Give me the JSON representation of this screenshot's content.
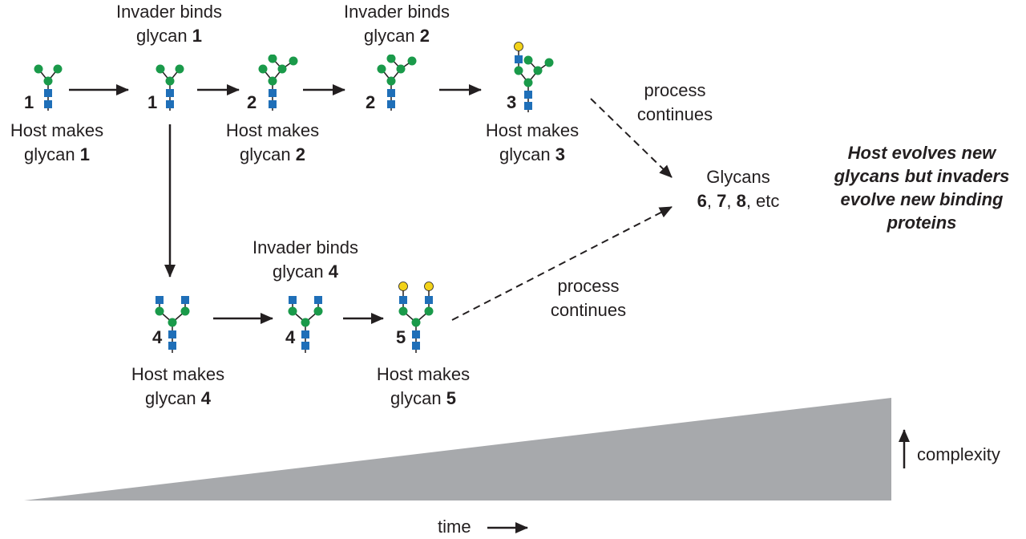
{
  "colors": {
    "glucnac_blue": "#1f6fb8",
    "mannose_green": "#1a9a4a",
    "galactose_yellow": "#f2d21a",
    "ramp_gray": "#a7a9ac",
    "ink": "#231f20"
  },
  "glycan_numbers": [
    "1",
    "1",
    "2",
    "2",
    "3",
    "4",
    "4",
    "5"
  ],
  "labels": {
    "host_1": {
      "line1": "Host makes",
      "prefix": "glycan ",
      "num": "1"
    },
    "invader_1": {
      "line1": "Invader binds",
      "prefix": "glycan ",
      "num": "1"
    },
    "host_2": {
      "line1": "Host makes",
      "prefix": "glycan ",
      "num": "2"
    },
    "invader_2": {
      "line1": "Invader binds",
      "prefix": "glycan ",
      "num": "2"
    },
    "host_3": {
      "line1": "Host makes",
      "prefix": "glycan ",
      "num": "3"
    },
    "process_1": {
      "line1": "process",
      "line2": "continues"
    },
    "glycans_final": {
      "line1": "Glycans",
      "n6": "6",
      "n7": "7",
      "n8": "8",
      "sep": ", ",
      "etc": ", etc"
    },
    "host_4": {
      "line1": "Host makes",
      "prefix": "glycan ",
      "num": "4"
    },
    "invader_4": {
      "line1": "Invader binds",
      "prefix": "glycan ",
      "num": "4"
    },
    "host_5": {
      "line1": "Host makes",
      "prefix": "glycan ",
      "num": "5"
    },
    "process_2": {
      "line1": "process",
      "line2": "continues"
    },
    "summary": {
      "line1": "Host evolves new",
      "line2": "glycans but invaders",
      "line3": "evolve new binding",
      "line4": "proteins"
    },
    "complexity": "complexity",
    "time": "time"
  }
}
